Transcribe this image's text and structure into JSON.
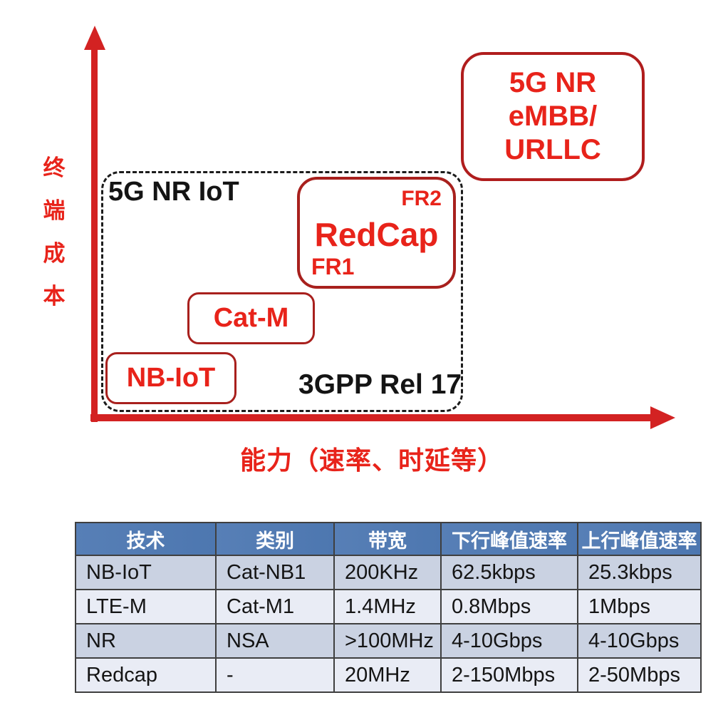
{
  "colors": {
    "axis_red": "#d32222",
    "diagram_text_red": "#e8231a",
    "box_border_red": "#a8201d",
    "diagram_text_black": "#141414",
    "table_header_bg": "#4f7ab5",
    "table_header_text": "#ffffff",
    "table_row_odd_bg": "#cad2e2",
    "table_row_even_bg": "#e9ecf5",
    "table_border": "#3f3f3f"
  },
  "diagram": {
    "y_axis_label": "终端成本",
    "y_label_chars": [
      "终",
      "端",
      "成",
      "本"
    ],
    "x_axis_label": "能力（速率、时延等）",
    "group_label": "5G NR IoT",
    "group_release_label": "3GPP Rel 17",
    "boxes": {
      "nbiot_label": "NB-IoT",
      "catm_label": "Cat-M",
      "redcap_label": "RedCap",
      "redcap_fr1": "FR1",
      "redcap_fr2": "FR2",
      "embb_lines": [
        "5G NR",
        "eMBB/",
        "URLLC"
      ]
    }
  },
  "table": {
    "headers": [
      "技术",
      "类别",
      "带宽",
      "下行峰值速率",
      "上行峰值速率"
    ],
    "rows": [
      [
        "NB-IoT",
        "Cat-NB1",
        "200KHz",
        "62.5kbps",
        "25.3kbps"
      ],
      [
        "LTE-M",
        "Cat-M1",
        "1.4MHz",
        "0.8Mbps",
        "1Mbps"
      ],
      [
        "NR",
        "NSA",
        ">100MHz",
        "4-10Gbps",
        "4-10Gbps"
      ],
      [
        "Redcap",
        "-",
        "20MHz",
        "2-150Mbps",
        "2-50Mbps"
      ]
    ]
  }
}
